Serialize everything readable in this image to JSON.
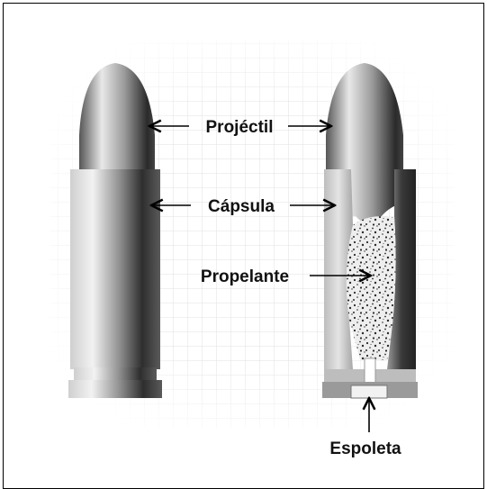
{
  "labels": {
    "projectile": "Projéctil",
    "casing": "Cápsula",
    "propellant": "Propelante",
    "primer": "Espoleta"
  },
  "colors": {
    "grid": "#dcdcdc",
    "metal_light": "#f4f4f4",
    "metal_dark": "#3a3a3a",
    "arrow": "#000000",
    "powder_dots": "#2a2a2a"
  }
}
